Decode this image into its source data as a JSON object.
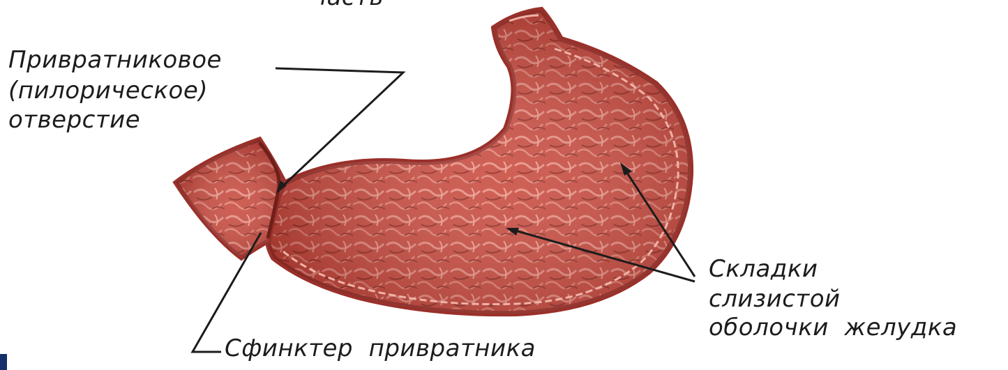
{
  "labels": {
    "top_cut": "часть",
    "pylorus": [
      "Привратниковое",
      "(пилорическое)",
      "отверстие"
    ],
    "folds": [
      "Складки",
      "слизистой",
      "оболочки  желудка"
    ],
    "sphincter": "Сфинктер  привратника"
  },
  "colors": {
    "tissue": "#c1453a",
    "tissue_dark": "#8f2a24",
    "tissue_light": "#e3867a",
    "ink": "#1c1c1c",
    "corner_block": "#14306b"
  }
}
